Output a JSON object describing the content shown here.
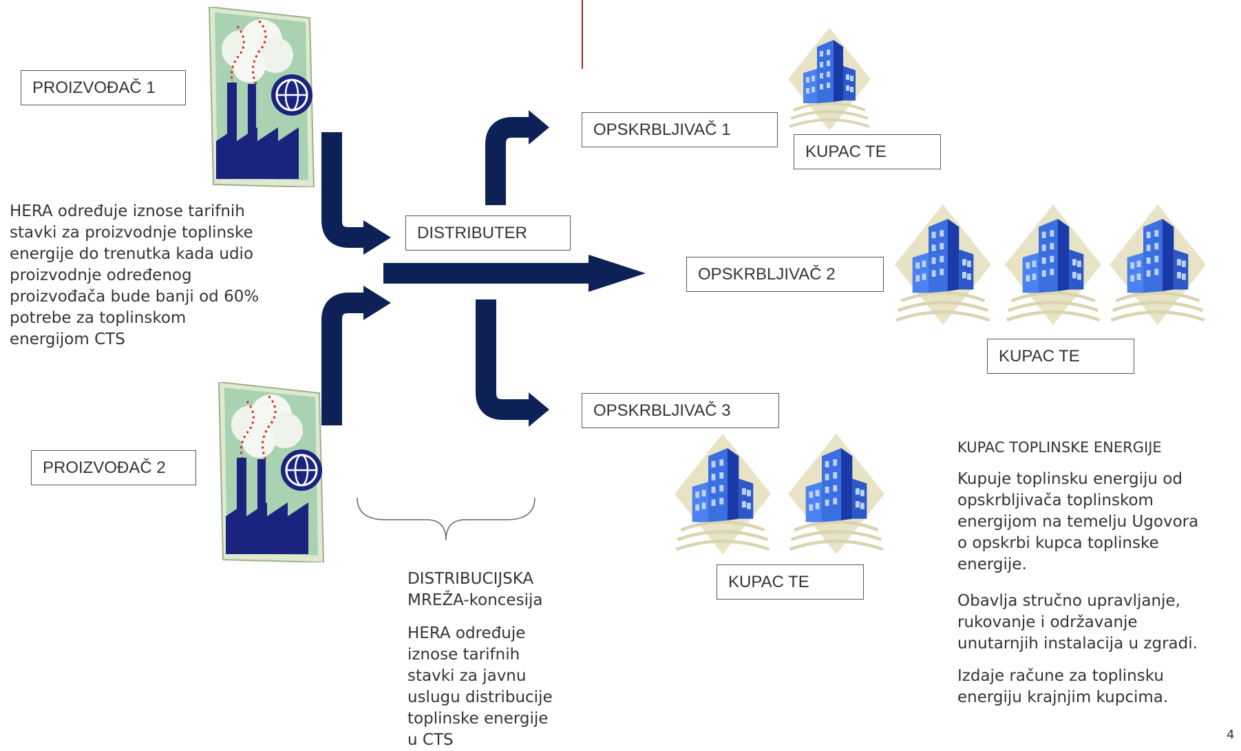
{
  "labels": {
    "producer1": "PROIZVOĐAČ 1",
    "producer2": "PROIZVOĐAČ 2",
    "distributer": "DISTRIBUTER",
    "supplier1": "OPSKRBLJIVAČ 1",
    "supplier2": "OPSKRBLJIVAČ 2",
    "supplier3": "OPSKRBLJIVAČ 3",
    "customer1": "KUPAC TE",
    "customer2": "KUPAC TE",
    "customer3": "KUPAC TE"
  },
  "notes": {
    "producers": "HERA određuje iznose tarifnih\nstavki za proizvodnje toplinske\nenergije do trenutka kada udio\nproizvodnje određenog\nproizvođača bude banji od 60%\npotrebe za toplinskom\nenergijom CTS",
    "network_title": "DISTRIBUCIJSKA\nMREŽA-koncesija",
    "network_body": "HERA određuje\niznose tarifnih\nstavki za  javnu\nuslugu distribucije\ntoplinske energije\nu CTS",
    "customer_title": "KUPAC TOPLINSKE ENERGIJE",
    "customer_p1": "Kupuje toplinsku energiju od\nopskrbljivača toplinskom\nenergijom na temelju Ugovora\no opskrbi kupca toplinske\nenergije.",
    "customer_p2": "Obavlja stručno upravljanje,\nrukovanje i održavanje\nunutarnjih instalacija u zgradi.",
    "customer_p3": "Izdaje račune za toplinsku\nenergiju krajnjim kupcima."
  },
  "page_number": "4",
  "icons": [
    "factory-icon",
    "building-icon"
  ],
  "colors": {
    "arrow": "#0d2157",
    "accent_line": "#a31f2a",
    "box_border": "#555555"
  }
}
